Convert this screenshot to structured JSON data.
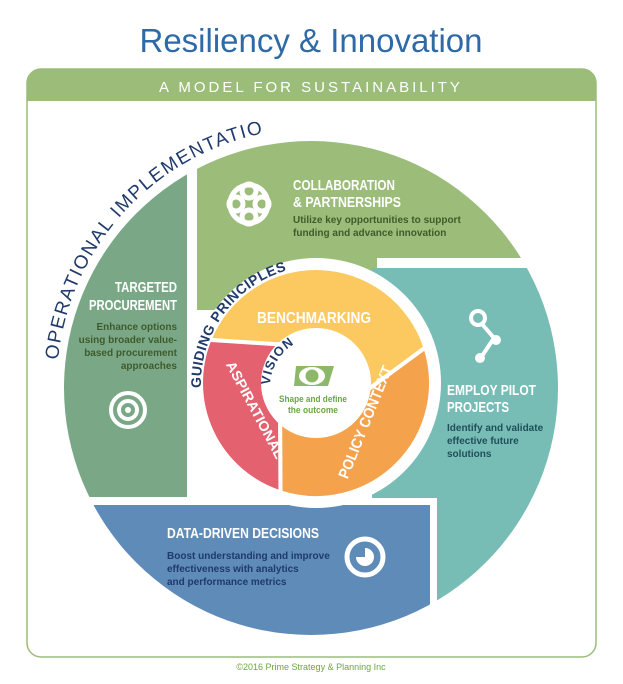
{
  "title": "Resiliency & Innovation",
  "subtitle": "A MODEL FOR SUSTAINABILITY",
  "arcs": {
    "outer": "OPERATIONAL IMPLEMENTATION",
    "middle": "GUIDING PRINCIPLES",
    "inner": "VISION"
  },
  "quadrants": {
    "collaboration": {
      "title1": "COLLABORATION",
      "title2": "& PARTNERSHIPS",
      "desc1": "Utilize key opportunities to support",
      "desc2": "funding and advance innovation",
      "icon": "partnership-icon"
    },
    "procurement": {
      "title1": "TARGETED",
      "title2": "PROCUREMENT",
      "desc1": "Enhance options",
      "desc2": "using broader value-",
      "desc3": "based procurement",
      "desc4": "approaches",
      "icon": "target-icon"
    },
    "pilot": {
      "title1": "EMPLOY PILOT",
      "title2": "PROJECTS",
      "desc1": "Identify and validate",
      "desc2": "effective future",
      "desc3": "solutions",
      "icon": "connection-icon"
    },
    "data": {
      "title": "DATA-DRIVEN DECISIONS",
      "desc1": "Boost understanding and improve",
      "desc2": "effectiveness with analytics",
      "desc3": "and performance metrics",
      "icon": "pie-chart-icon"
    }
  },
  "principles": {
    "benchmarking": "BENCHMARKING",
    "policy": "POLICY CONTEXT",
    "aspirational": "ASPIRATIONAL"
  },
  "vision": {
    "desc1": "Shape and define",
    "desc2": "the outcome",
    "icon": "eye-icon"
  },
  "footer": "©2016 Prime Strategy & Planning Inc",
  "colors": {
    "frame": "#9bbd79",
    "title": "#2e6aa6",
    "dark_green": "#7aa887",
    "light_green": "#9bbd79",
    "teal": "#78bcb6",
    "blue": "#5f8bb8",
    "yellow": "#fbc95f",
    "orange": "#f5a24d",
    "red": "#e4616f",
    "navy": "#1f3a6b"
  }
}
